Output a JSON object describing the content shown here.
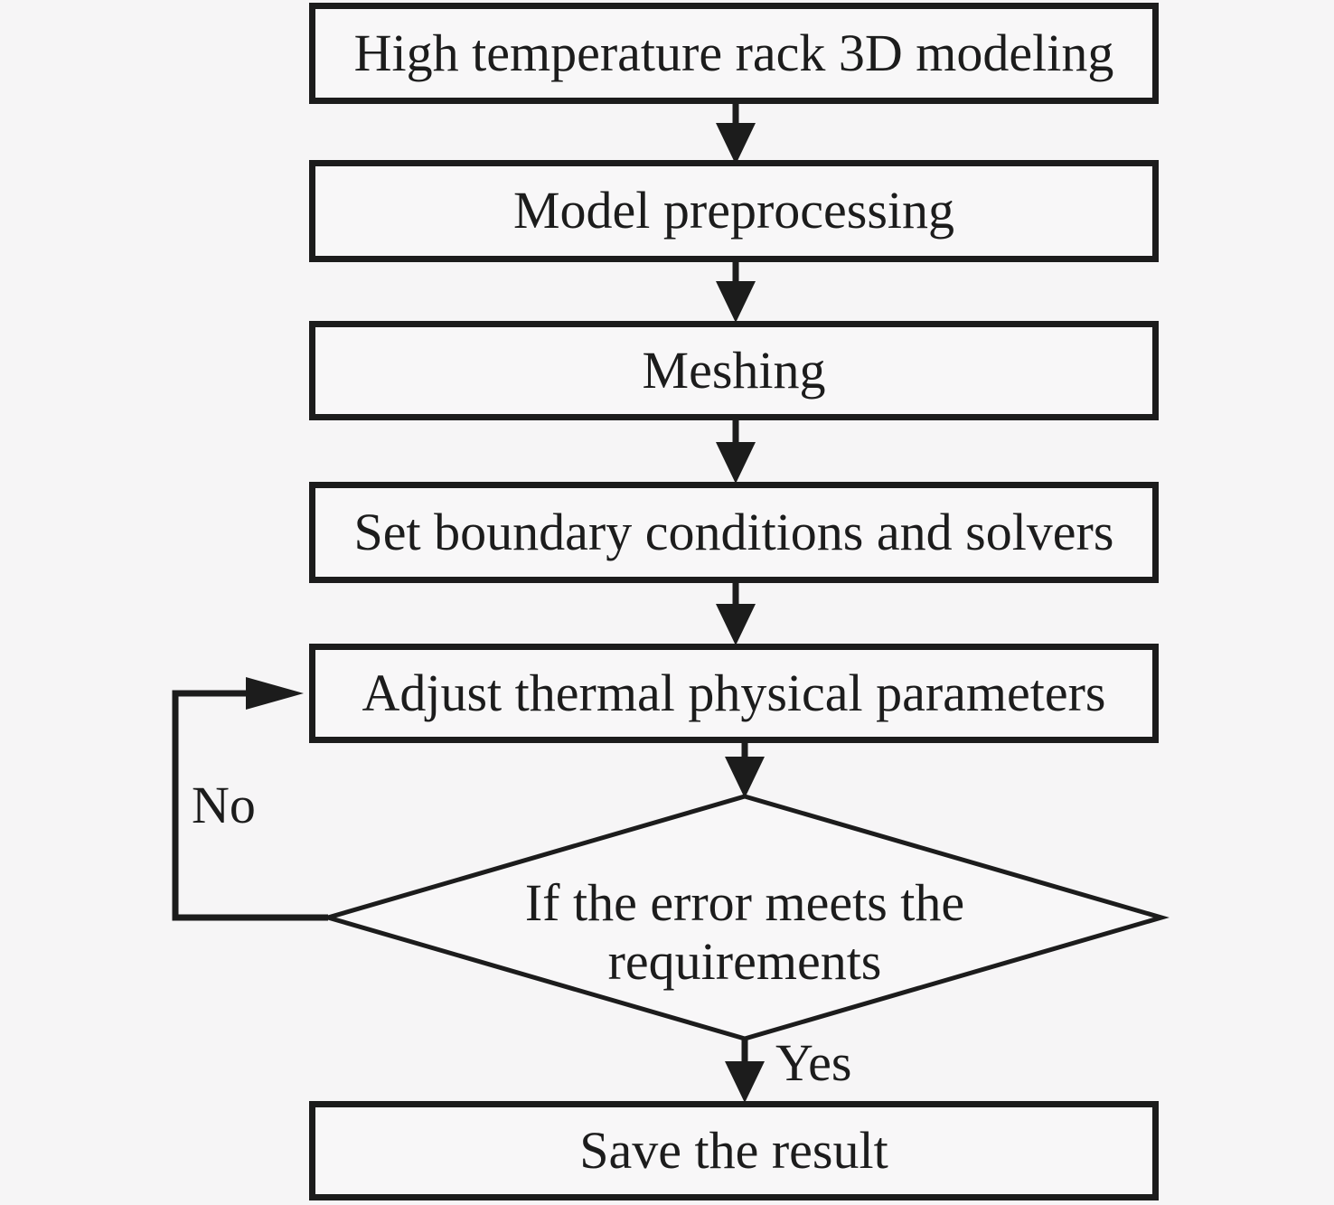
{
  "flowchart": {
    "steps": [
      {
        "id": "modeling",
        "label": "High temperature rack 3D modeling"
      },
      {
        "id": "preprocessing",
        "label": "Model preprocessing"
      },
      {
        "id": "meshing",
        "label": "Meshing"
      },
      {
        "id": "boundary",
        "label": "Set boundary conditions and solvers"
      },
      {
        "id": "adjust",
        "label": "Adjust thermal physical parameters"
      },
      {
        "id": "save",
        "label": "Save the result"
      }
    ],
    "decision": {
      "id": "error-check",
      "label": "If the error meets the requirements",
      "line1": "If the error meets the",
      "line2": "requirements"
    },
    "branch_labels": {
      "yes": "Yes",
      "no": "No"
    },
    "edges": [
      {
        "from": "High temperature rack 3D modeling",
        "to": "Model preprocessing"
      },
      {
        "from": "Model preprocessing",
        "to": "Meshing"
      },
      {
        "from": "Meshing",
        "to": "Set boundary conditions and solvers"
      },
      {
        "from": "Set boundary conditions and solvers",
        "to": "Adjust thermal physical parameters"
      },
      {
        "from": "Adjust thermal physical parameters",
        "to": "If the error meets the requirements"
      },
      {
        "from": "If the error meets the requirements",
        "to": "Save the result",
        "label": "Yes"
      },
      {
        "from": "If the error meets the requirements",
        "to": "Adjust thermal physical parameters",
        "label": "No"
      }
    ],
    "colors": {
      "stroke": "#1c1c1c",
      "shape_fill": "#f8f7f8",
      "background": "#f6f5f6"
    }
  }
}
